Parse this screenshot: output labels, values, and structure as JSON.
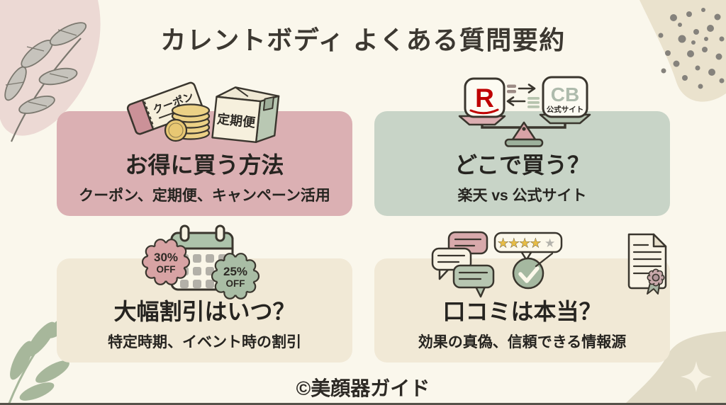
{
  "page": {
    "title": "カレントボディ よくある質問要約",
    "footer": "©美顔器ガイド"
  },
  "cards": [
    {
      "title": "お得に買う方法",
      "subtitle": "クーポン、定期便、キャンペーン活用",
      "icon": {
        "coupon_label": "クーポン",
        "box_label": "定期便"
      }
    },
    {
      "title": "どこで買う？",
      "subtitle": "楽天 vs 公式サイト",
      "icon": {
        "left_letter": "R",
        "right_letters": "CB",
        "right_sublabel": "公式サイト"
      }
    },
    {
      "title": "大幅割引はいつ？",
      "subtitle": "特定時期、イベント時の割引",
      "icon": {
        "badge_left_pct": "30%",
        "badge_left_off": "OFF",
        "badge_right_pct": "25%",
        "badge_right_off": "OFF"
      }
    },
    {
      "title": "口コミは本当？",
      "subtitle": "効果の真偽、信頼できる情報源",
      "icon": {
        "stars_filled": "★★★★",
        "star_empty": "★"
      }
    }
  ],
  "colors": {
    "background": "#faf7ec",
    "card_pink": "#dbb0b3",
    "card_green": "#c8d4c7",
    "card_cream": "#f1e9d6",
    "text_dark": "#2d2a25",
    "outline_dark": "#3a362e",
    "rakuten_red": "#bf0000",
    "cb_sage": "#aebbac",
    "coin_gold": "#ecd186",
    "star_gold": "#e8bd45",
    "star_gray": "#b4b3ac",
    "badge_pink": "#d8a3a4",
    "badge_green": "#a9bda5"
  }
}
